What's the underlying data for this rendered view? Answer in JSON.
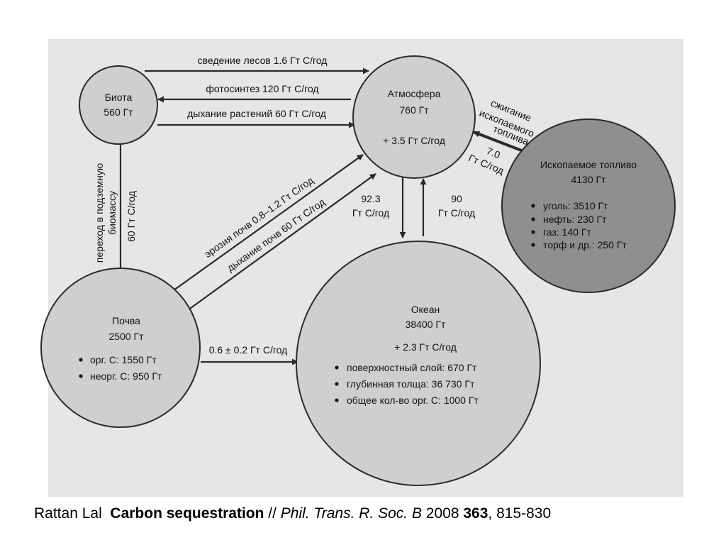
{
  "colors": {
    "panel": "#e6e6e6",
    "circle_light": "#cfcfcf",
    "circle_dark": "#8f8f8f",
    "stroke": "#2a2a2a"
  },
  "nodes": {
    "biota": {
      "name": "Биота",
      "amount": "560 Гт"
    },
    "atmosphere": {
      "name": "Атмосфера",
      "amount": "760 Гт",
      "rate": "+ 3.5 Гт С/год"
    },
    "fossil": {
      "name": "Ископаемое топливо",
      "amount": "4130 Гт",
      "items": [
        "уголь: 3510 Гт",
        "нефть: 230 Гт",
        "газ: 140 Гт",
        "торф и др.: 250 Гт"
      ]
    },
    "soil": {
      "name": "Почва",
      "amount": "2500 Гт",
      "items": [
        "орг. С: 1550 Гт",
        "неорг. С: 950 Гт"
      ]
    },
    "ocean": {
      "name": "Океан",
      "amount": "38400 Гт",
      "rate": "+ 2.3 Гт С/год",
      "items": [
        "поверхностный слой: 670 Гт",
        "глубинная толща: 36 730 Гт",
        "общее кол-во орг. С: 1000 Гт"
      ]
    }
  },
  "flows": {
    "deforestation": "сведение лесов 1.6 Гт С/год",
    "photosynthesis": "фотосинтез 120 Гт С/год",
    "plant_respiration": "дыхание растений 60 Гт С/год",
    "underground_line1": "переход в подземную",
    "underground_line2": "биомассу",
    "underground_value": "60 Гт С/год",
    "soil_erosion": "эрозия почв 0.8–1.2 Гт С/год",
    "soil_respiration": "дыхание почв 60 Гт С/год",
    "soil_to_ocean": "0.6 ± 0.2 Гт С/год",
    "atm_to_ocean_value": "92.3",
    "atm_to_ocean_unit": "Гт С/год",
    "ocean_to_atm_value": "90",
    "ocean_to_atm_unit": "Гт С/год",
    "fossil_line1": "сжигание",
    "fossil_line2": "ископаемого",
    "fossil_line3": "топлива",
    "fossil_value": "7.0",
    "fossil_unit": "Гт С/год"
  },
  "reference": {
    "author": "Rattan Lal",
    "title": "Carbon sequestration",
    "sep": " // ",
    "journal": "Phil. Trans. R. Soc. B",
    "year": " 2008 ",
    "volume": "363",
    "pages": ", 815-830"
  }
}
